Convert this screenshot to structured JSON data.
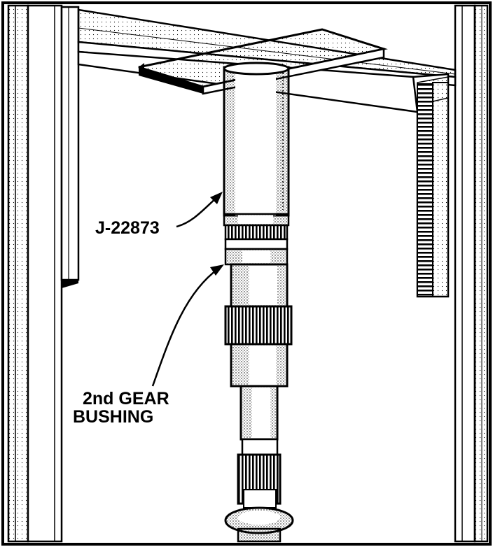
{
  "labels": {
    "tool": "J-22873",
    "part_line1": "2nd GEAR",
    "part_line2": "BUSHING"
  },
  "colors": {
    "ink": "#000000",
    "paper": "#ffffff",
    "stipple": "#555555"
  }
}
